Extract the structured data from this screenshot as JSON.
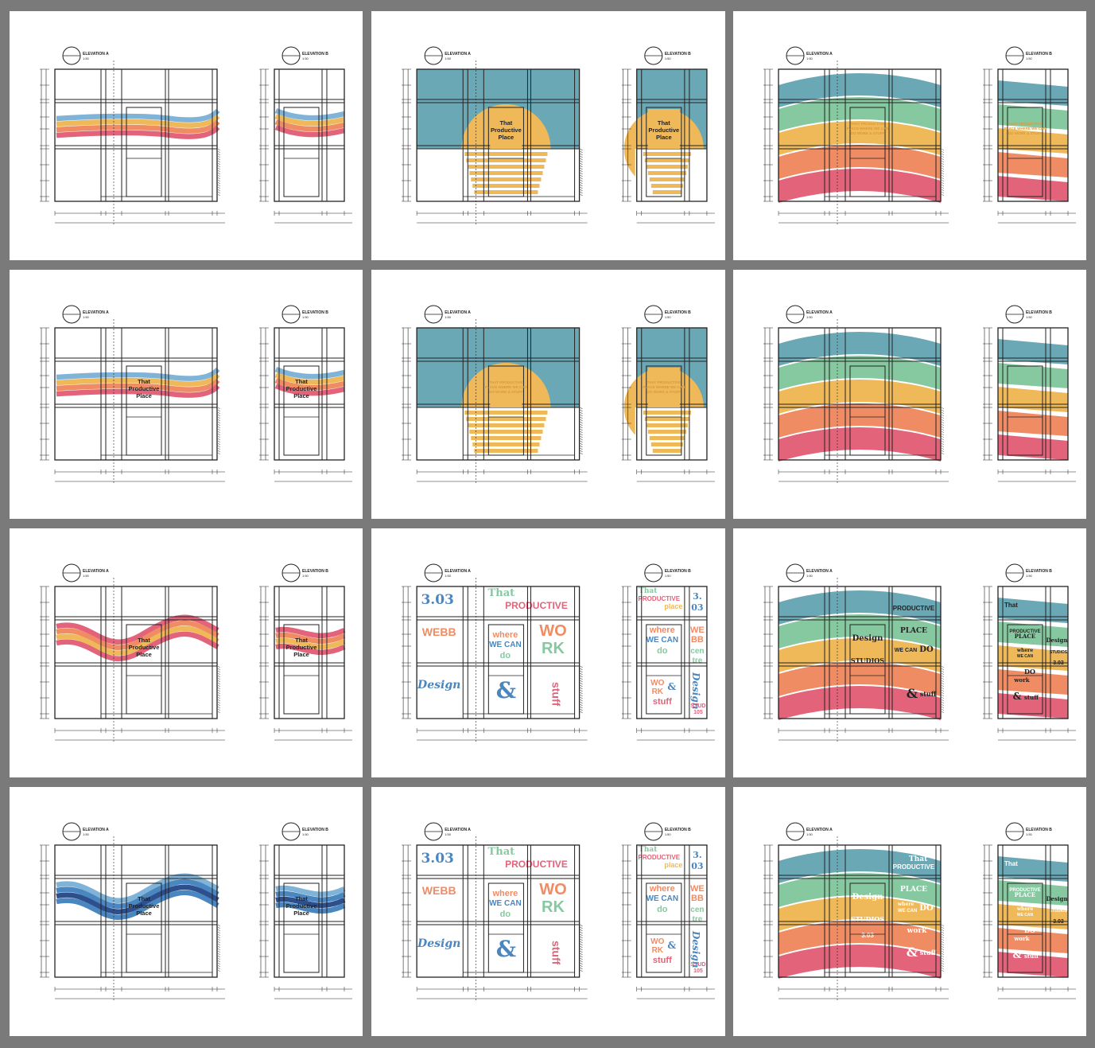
{
  "page": {
    "title": "Window graphics elevation concepts"
  },
  "labels": {
    "elev_a": "ELEVATION A",
    "elev_b": "ELEVATION B",
    "scale": "1:50"
  },
  "colors": {
    "teal": "#6aa8b5",
    "yellow": "#efb95a",
    "orange": "#f08c64",
    "pink": "#e2637a",
    "green": "#86c9a0",
    "blue": "#4a86c0",
    "navy": "#2d4f8c",
    "lightblue": "#7fb3d8",
    "dark": "#222222"
  },
  "sheets": [
    {
      "id": 1,
      "variant": "stripes-flat",
      "door_text_a": "",
      "door_text_b": ""
    },
    {
      "id": 2,
      "variant": "sun",
      "door_text_a": "That Productive Place",
      "door_text_b": "That Productive Place"
    },
    {
      "id": 3,
      "variant": "arc-bands",
      "door_text_a": "THAT PRODUCTIVE PLACE WHERE WE CAN DO WORK & STUFF",
      "door_text_b": "THAT PRODUCTIVE PLACE WHERE WE CAN DO WORK & STUFF"
    },
    {
      "id": 4,
      "variant": "stripes-flat",
      "door_text_a": "That Productive Place",
      "door_text_b": "That Productive Place"
    },
    {
      "id": 5,
      "variant": "sun",
      "door_text_a": "THAT PRODUCTIVE PLACE WHERE WE CAN DO WORK & STUFF",
      "door_text_b": "THAT PRODUCTIVE PLACE WHERE WE CAN DO WORK & STUFF"
    },
    {
      "id": 6,
      "variant": "arc-bands",
      "door_text_a": "",
      "door_text_b": ""
    },
    {
      "id": 7,
      "variant": "stripes-wave",
      "door_text_a": "That Productive Place",
      "door_text_b": "That Productive Place"
    },
    {
      "id": 8,
      "variant": "typography",
      "door_text_a": "",
      "door_text_b": ""
    },
    {
      "id": 9,
      "variant": "arc-type",
      "door_text_a": "",
      "door_text_b": ""
    },
    {
      "id": 10,
      "variant": "blue-wave",
      "door_text_a": "That Productive Place",
      "door_text_b": "That Productive Place"
    },
    {
      "id": 11,
      "variant": "typography",
      "door_text_a": "",
      "door_text_b": ""
    },
    {
      "id": 12,
      "variant": "arc-type-2",
      "door_text_a": "",
      "door_text_b": ""
    }
  ],
  "typography": {
    "a": {
      "num": "3.03",
      "webb": "WEBB",
      "that": "That",
      "productive": "PRODUCTIVE",
      "where": "where",
      "wecan": "WE CAN",
      "do": "do",
      "work1": "WO",
      "work2": "RK",
      "design": "Design",
      "amp": "&",
      "stuff": "stuff"
    },
    "b": {
      "that": "That",
      "productive": "PRODUCTIVE",
      "place": "place",
      "n1": "3.",
      "n2": "03",
      "where": "where",
      "wecan": "WE CAN",
      "do": "do",
      "we": "WE",
      "bb": "BB",
      "cen": "cen",
      "tre": "tre",
      "wo": "WO",
      "rk": "RK",
      "amp": "&",
      "stuff": "stuff",
      "design": "Design",
      "stud": "STUD",
      "n105": "105"
    }
  },
  "arctype": {
    "a": {
      "productive": "PRODUCTIVE",
      "place": "PLACE",
      "wecan": "WE CAN",
      "do": "DO",
      "design": "Design",
      "studios": "STUDIOS",
      "amp": "&",
      "stuff": "stuff"
    },
    "b": {
      "that": "That",
      "productive": "PRODUCTIVE",
      "place": "PLACE",
      "design": "Design",
      "where": "where",
      "wecan": "WE CAN",
      "studios": "STUDIOS",
      "n303": "3.03",
      "do": "DO",
      "work": "work",
      "amp": "&",
      "stuff": "stuff"
    }
  },
  "arctype2": {
    "a": {
      "that": "That",
      "productive": "PRODUCTIVE",
      "place": "PLACE",
      "where": "where",
      "wecan": "WE CAN",
      "do": "DO",
      "design": "Design",
      "studios": "STUDIOS",
      "work": "work",
      "n303": "3.03",
      "amp": "&",
      "stuff": "stuff"
    },
    "b": {
      "that": "That",
      "productive": "PRODUCTIVE",
      "place": "PLACE",
      "where": "where",
      "wecan": "WE CAN",
      "do": "DO",
      "work": "work",
      "n303": "3.03",
      "amp": "&",
      "stuff": "stuff",
      "design": "Design",
      "studios": "STUDIOS"
    }
  }
}
